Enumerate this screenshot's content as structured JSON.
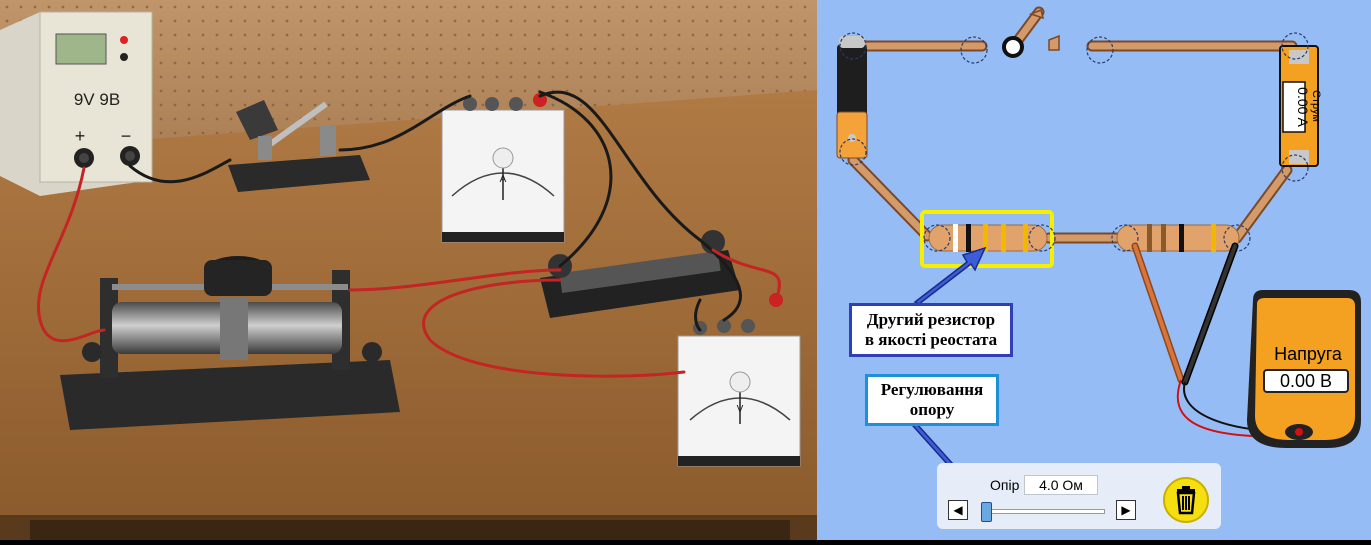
{
  "photo": {
    "power_supply_label": "9V 9В",
    "plus_label": "+",
    "minus_label": "−",
    "ammeter_letter": "A",
    "voltmeter_letter": "V"
  },
  "simulation": {
    "ammeter_label": "Струм",
    "ammeter_value": "0.00 A",
    "voltmeter_title": "Напруга",
    "voltmeter_value": "0.00 В",
    "callout_resistor_line1": "Другий резистор",
    "callout_resistor_line2": "в якості реостата",
    "callout_adjust_line1": "Регулювання",
    "callout_adjust_line2": "опору",
    "control": {
      "resistance_label": "Опір",
      "resistance_value": "4.0 Ом",
      "left_arrow": "◀",
      "right_arrow": "▶",
      "slider_level": 0.0
    },
    "colors": {
      "background": "#96bcf5",
      "wire": "#c88858",
      "highlight": "#f6f000",
      "battery_orange": "#f4a33a",
      "meter_orange": "#f4a020",
      "trash_yellow": "#f6df10"
    },
    "icons": [
      "trash-icon",
      "switch-icon",
      "battery-icon",
      "probe-icon"
    ]
  }
}
